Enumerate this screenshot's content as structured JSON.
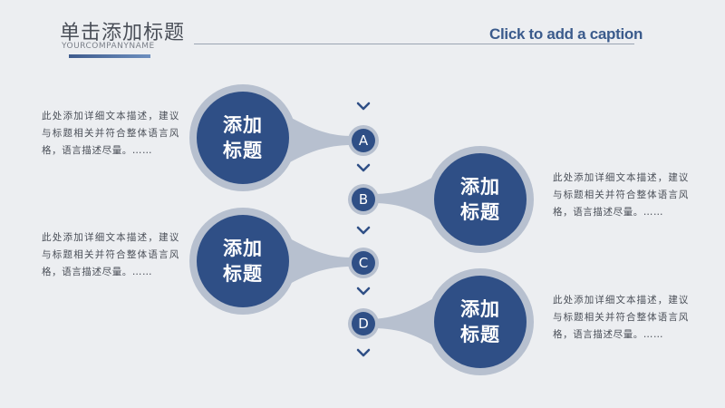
{
  "header": {
    "title": "单击添加标题",
    "subtitle": "YOURCOMPANYNAME",
    "caption": "Click to add a caption"
  },
  "items": [
    {
      "letter": "A",
      "heading_line1": "添加",
      "heading_line2": "标题",
      "text": "此处添加详细文本描述，建议与标题相关并符合整体语言风格，语言描述尽量。……"
    },
    {
      "letter": "B",
      "heading_line1": "添加",
      "heading_line2": "标题",
      "text": "此处添加详细文本描述，建议与标题相关并符合整体语言风格，语言描述尽量。……"
    },
    {
      "letter": "C",
      "heading_line1": "添加",
      "heading_line2": "标题",
      "text": "此处添加详细文本描述，建议与标题相关并符合整体语言风格，语言描述尽量。……"
    },
    {
      "letter": "D",
      "heading_line1": "添加",
      "heading_line2": "标题",
      "text": "此处添加详细文本描述，建议与标题相关并符合整体语言风格，语言描述尽量。……"
    }
  ],
  "colors": {
    "background": "#eceef1",
    "accent_blue": "#2f4f86",
    "ring_gray": "#b7c0cf",
    "caption_blue": "#3b5b8c"
  }
}
